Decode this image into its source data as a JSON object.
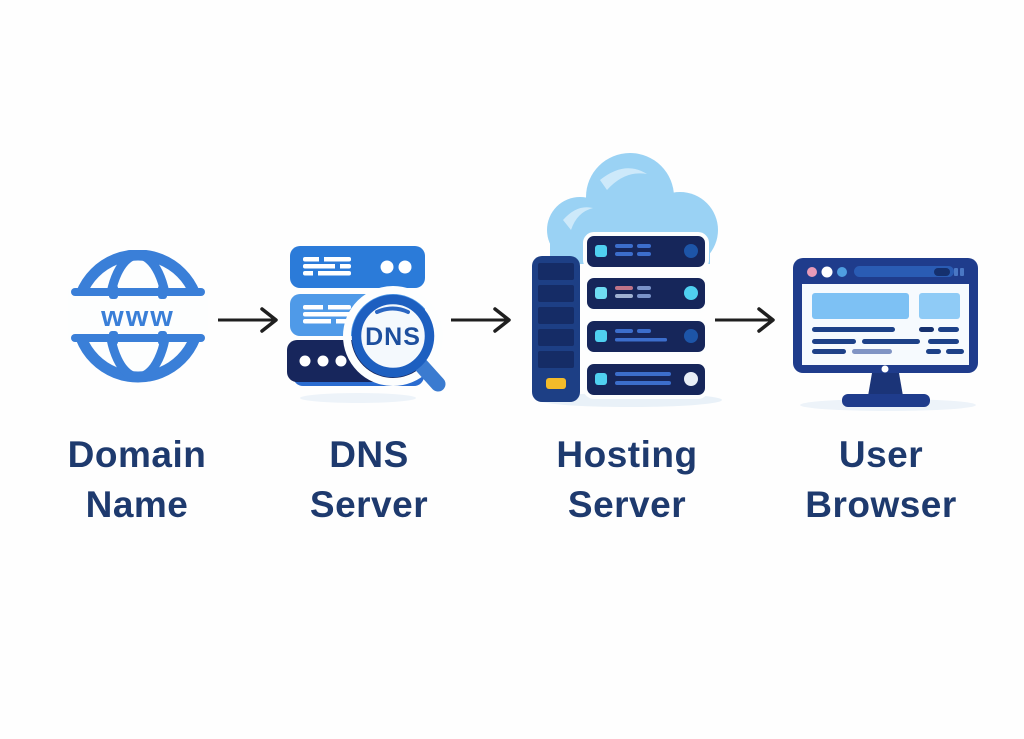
{
  "flow": {
    "steps": [
      {
        "name": "domain-name",
        "icon": "globe-www-icon",
        "icon_text": "www",
        "label_line1": "Domain",
        "label_line2": "Name"
      },
      {
        "name": "dns-server",
        "icon": "dns-lookup-magnifier-icon",
        "icon_text": "DNS",
        "label_line1": "DNS",
        "label_line2": "Server"
      },
      {
        "name": "hosting-server",
        "icon": "cloud-server-rack-icon",
        "label_line1": "Hosting",
        "label_line2": "Server"
      },
      {
        "name": "user-browser",
        "icon": "desktop-monitor-browser-icon",
        "label_line1": "User",
        "label_line2": "Browser"
      }
    ],
    "arrow_count": 3,
    "arrow_direction": "right"
  },
  "colors": {
    "background": "#FEFEFE",
    "globe_blue": "#3A7FD8",
    "dns_bar_top": "#2B7BD9",
    "dns_bar_middle": "#4F9AE8",
    "dns_bar_bottom": "#17265C",
    "magnifier_ring": "#1D5FC0",
    "magnifier_text": "#1D4F9E",
    "cloud_blue": "#9AD2F4",
    "server_navy": "#16265A",
    "cyan_accent": "#4FD0F0",
    "tower_blue": "#1D3F85",
    "yellow_accent": "#F3BB2A",
    "monitor_frame": "#1F3C8C",
    "screen_block_blue": "#7DC1F4",
    "label_text": "#1E3A6E",
    "arrow_black": "#1F1F1F"
  }
}
